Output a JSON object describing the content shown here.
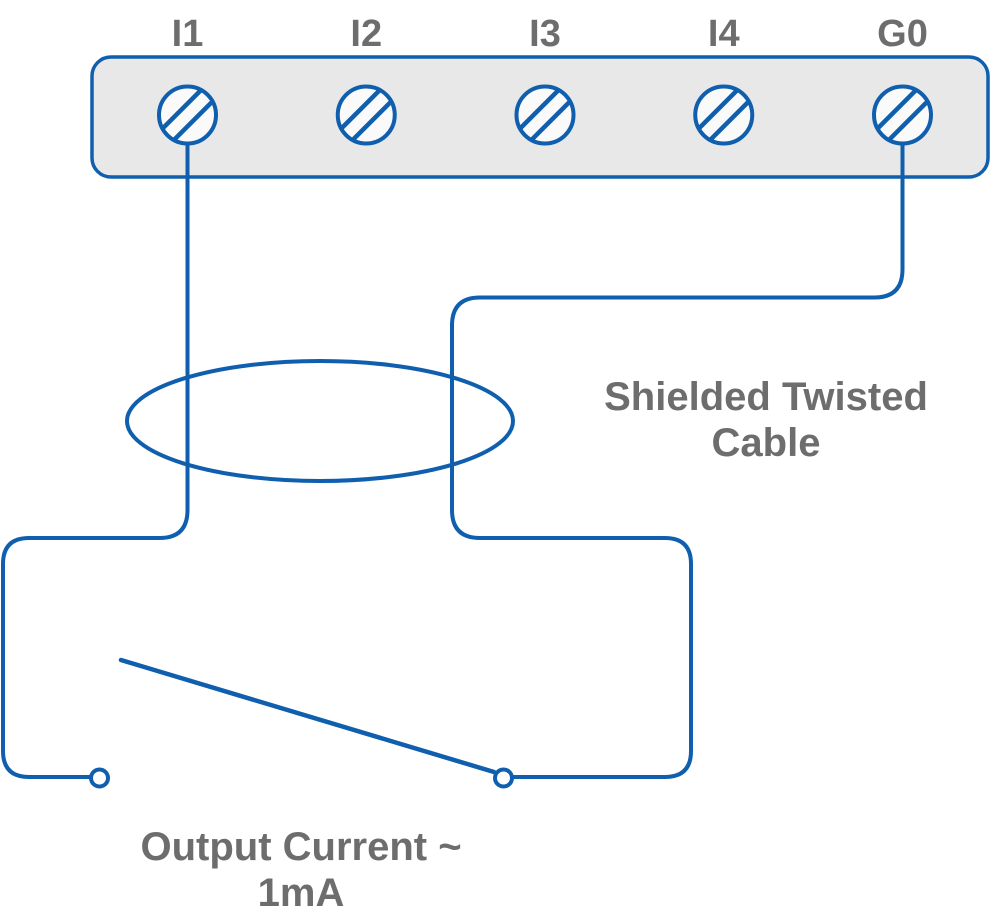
{
  "diagram": {
    "terminals": [
      {
        "label": "I1"
      },
      {
        "label": "I2"
      },
      {
        "label": "I3"
      },
      {
        "label": "I4"
      },
      {
        "label": "G0"
      }
    ],
    "annotations": {
      "cable_label_line1": "Shielded Twisted",
      "cable_label_line2": "Cable",
      "output_label_line1": "Output Current ~",
      "output_label_line2": "1mA"
    },
    "colors": {
      "wire": "#0f5fae",
      "label": "#6d6d6d",
      "blockfill": "#e8e8e9",
      "termfill": "#fafafa",
      "bg": "#ffffff"
    }
  }
}
